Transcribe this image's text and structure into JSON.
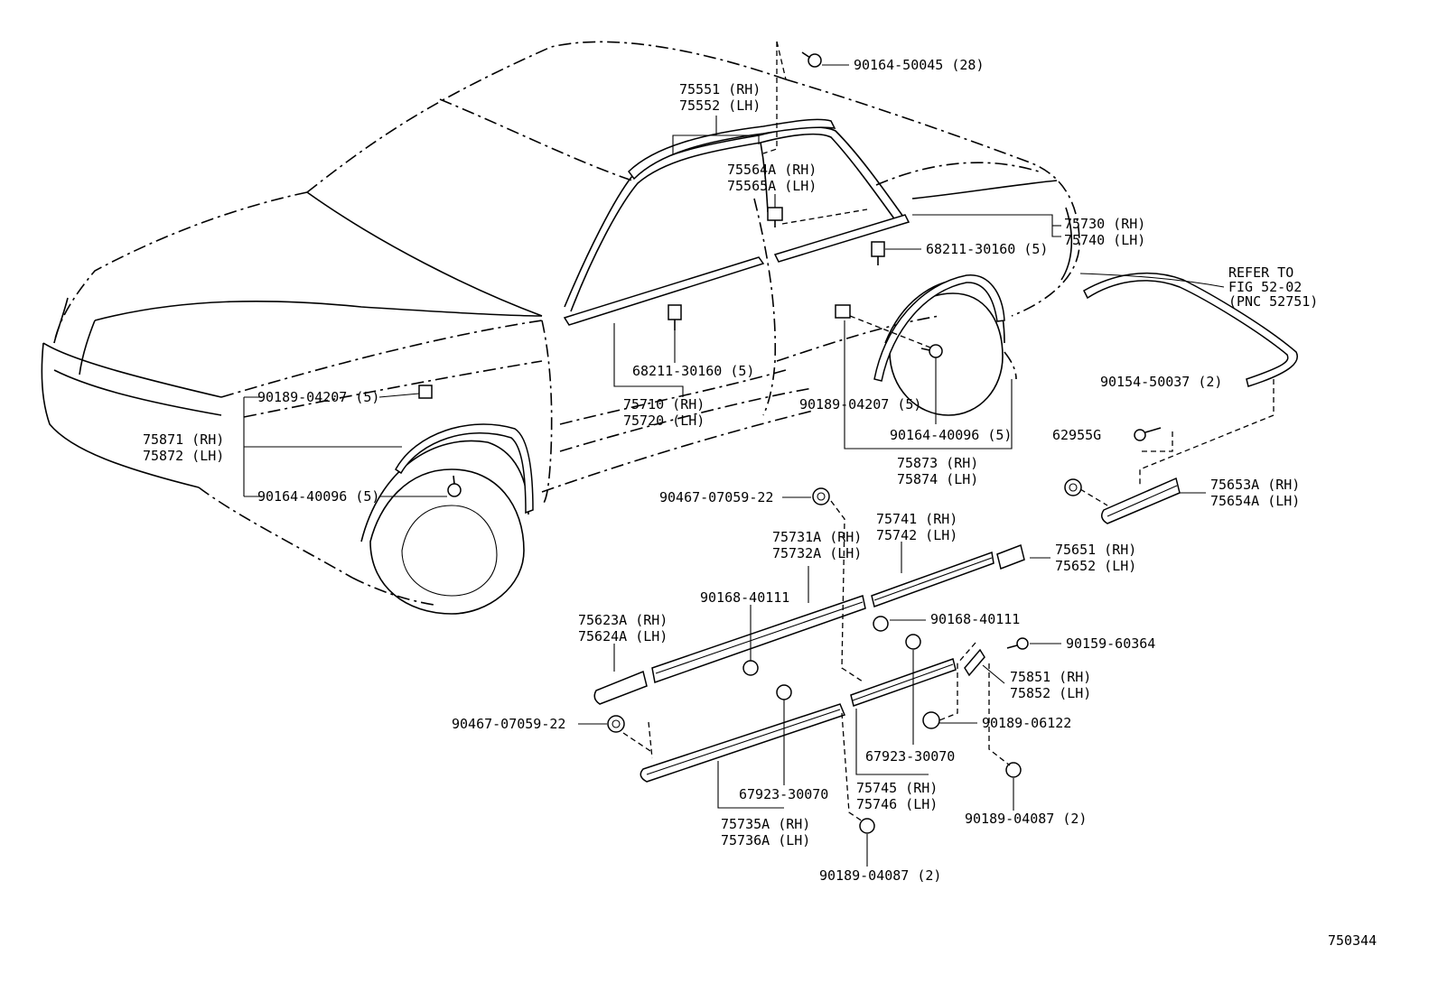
{
  "labels": {
    "p_90164_50045": "90164-50045 (28)",
    "p_75551": "75551 (RH)",
    "p_75552": "75552 (LH)",
    "p_75564a": "75564A (RH)",
    "p_75565a": "75565A (LH)",
    "p_75730": "75730 (RH)",
    "p_75740": "75740 (LH)",
    "p_68211_a": "68211-30160 (5)",
    "p_68211_b": "68211-30160 (5)",
    "refer_1": "REFER TO",
    "refer_2": "FIG 52-02",
    "refer_3": "(PNC 52751)",
    "p_75710": "75710 (RH)",
    "p_75720": "75720 (LH)",
    "p_90189_04207_a": "90189-04207 (5)",
    "p_90189_04207_b": "90189-04207 (5)",
    "p_75871": "75871 (RH)",
    "p_75872": "75872 (LH)",
    "p_90164_40096_a": "90164-40096 (5)",
    "p_90164_40096_b": "90164-40096 (5)",
    "p_75873": "75873 (RH)",
    "p_75874": "75874 (LH)",
    "p_90154_50037": "90154-50037 (2)",
    "p_62955g": "62955G",
    "p_75653a": "75653A (RH)",
    "p_75654a": "75654A (LH)",
    "p_90467_a": "90467-07059-22",
    "p_90467_b": "90467-07059-22",
    "p_75741": "75741 (RH)",
    "p_75742": "75742 (LH)",
    "p_75731a": "75731A (RH)",
    "p_75732a": "75732A (LH)",
    "p_75651": "75651 (RH)",
    "p_75652": "75652 (LH)",
    "p_90168_a": "90168-40111",
    "p_90168_b": "90168-40111",
    "p_75623a": "75623A (RH)",
    "p_75624a": "75624A (LH)",
    "p_90159": "90159-60364",
    "p_75851": "75851 (RH)",
    "p_75852": "75852 (LH)",
    "p_90189_06122": "90189-06122",
    "p_67923_a": "67923-30070",
    "p_67923_b": "67923-30070",
    "p_75745": "75745 (RH)",
    "p_75746": "75746 (LH)",
    "p_90189_04087_a": "90189-04087 (2)",
    "p_90189_04087_b": "90189-04087 (2)",
    "p_75735a": "75735A (RH)",
    "p_75736a": "75736A (LH)",
    "figure_number": "750344"
  },
  "icons": {
    "screw": "screw-icon",
    "clip": "clip-icon",
    "molding": "molding-strip"
  },
  "colors": {
    "line": "#000000",
    "background": "#ffffff"
  }
}
